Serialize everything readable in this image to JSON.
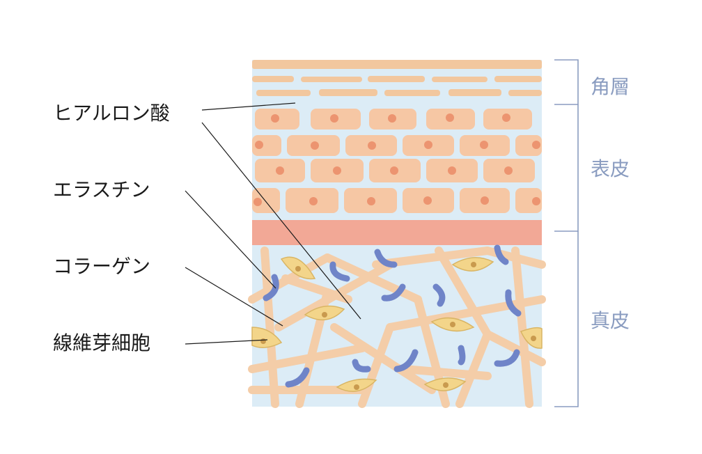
{
  "left_labels": {
    "hyaluronic": "ヒアルロン酸",
    "elastin": "エラスチン",
    "collagen": "コラーゲン",
    "fibroblast": "線維芽細胞"
  },
  "right_labels": {
    "stratum_corneum": "角層",
    "epidermis": "表皮",
    "dermis": "真皮"
  },
  "colors": {
    "background_blue": "#dcecf6",
    "keratin_strip": "#f2c79e",
    "cell_fill": "#f6c7a4",
    "cell_nucleus": "#ec9470",
    "basal_band": "#f2a896",
    "collagen_fiber": "#f4cda8",
    "elastin": "#6f84c8",
    "fibroblast_fill": "#f3d58a",
    "fibroblast_nucleus": "#c99a4e",
    "bracket": "#8a9cc0",
    "text": "#1a1a1a"
  }
}
